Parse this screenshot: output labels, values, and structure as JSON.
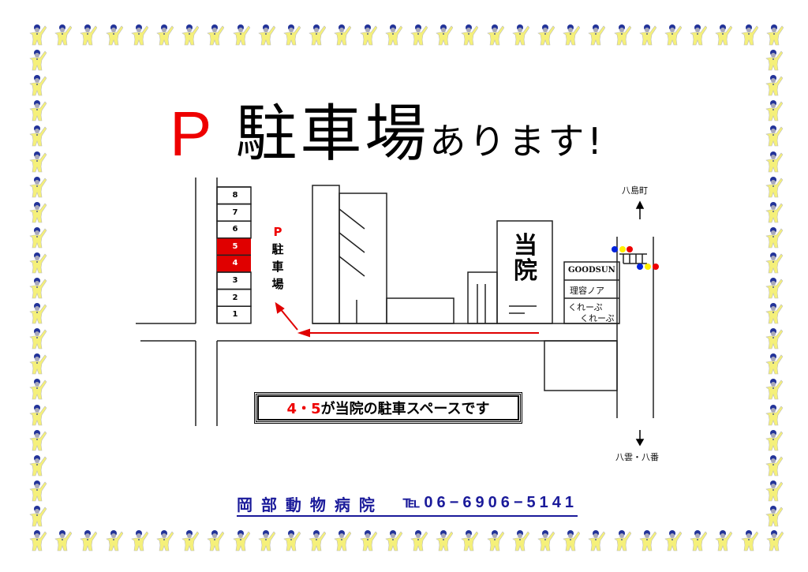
{
  "title": {
    "p": "P",
    "kanji": "駐車場",
    "hiragana": "あります!"
  },
  "map": {
    "slots": [
      "8",
      "7",
      "6",
      "5",
      "4",
      "3",
      "2",
      "1"
    ],
    "highlighted_slots": [
      "5",
      "4"
    ],
    "parking_label": {
      "p": "P",
      "line1": "駐",
      "line2": "車",
      "line3": "場"
    },
    "hospital": {
      "line1": "当",
      "line2": "院"
    },
    "shops": [
      "GOODSUN",
      "理容ノア",
      "くれーぷ",
      "くれーぷ"
    ],
    "north": "八島町",
    "south": "八雲・八番"
  },
  "banner": {
    "nums": "4・5",
    "text": "が当院の駐車スペースです"
  },
  "footer": {
    "name": "岡 部 動 物 病 院",
    "tel": "℡06−6906−5141"
  },
  "colors": {
    "red": "#e00000",
    "navy": "#1a1a9a",
    "figure": "#f5f07a"
  }
}
